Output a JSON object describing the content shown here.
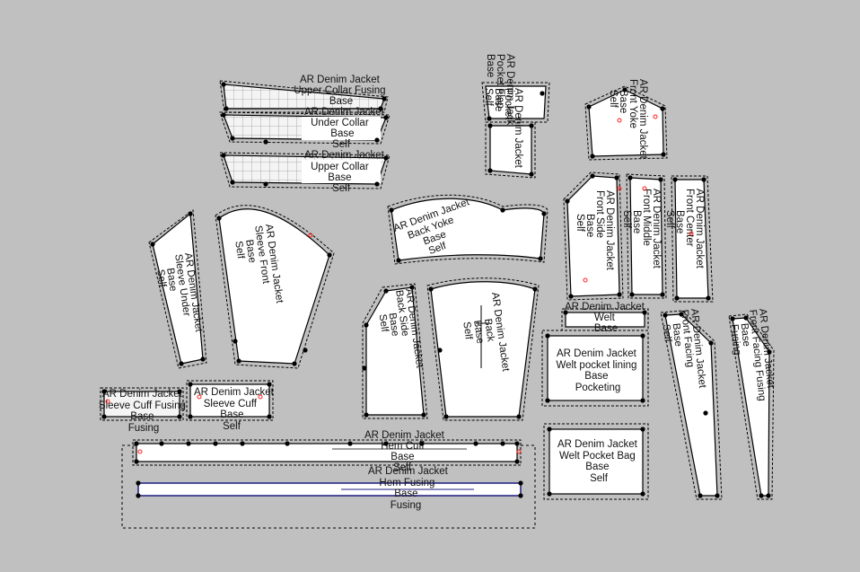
{
  "canvas": {
    "background": "#c0c0c0",
    "piece_fill": "#ffffff",
    "outline": "#000000",
    "fusing_grid": "#9a9a9a",
    "notch_color": "#ff2020",
    "grain_color": "#1a1a80"
  },
  "pieces": [
    {
      "id": "upper-collar-fusing",
      "lines": [
        "AR Denim Jacket",
        "Upper Collar Fusing",
        "Base"
      ]
    },
    {
      "id": "under-collar",
      "lines": [
        "AR Denim Jacket",
        "Under Collar",
        "Base",
        "Self"
      ]
    },
    {
      "id": "upper-collar",
      "lines": [
        "AR Denim Jacket",
        "Upper Collar",
        "Base",
        "Self"
      ]
    },
    {
      "id": "pocket-flap",
      "lines": [
        "AR Denim Jacket",
        "Pocket Flap",
        "Base"
      ]
    },
    {
      "id": "pocket-jacket",
      "lines": [
        "AR Denim Jacket",
        "Pocket",
        "Base",
        "Self"
      ]
    },
    {
      "id": "front-yoke",
      "lines": [
        "AR Denim Jacket",
        "Front Yoke",
        "Base",
        "Self"
      ]
    },
    {
      "id": "back-yoke",
      "lines": [
        "AR Denim Jacket",
        "Back Yoke",
        "Base",
        "Self"
      ]
    },
    {
      "id": "sleeve-under",
      "lines": [
        "AR Denim Jacket",
        "Sleeve Under",
        "Base",
        "Self"
      ]
    },
    {
      "id": "sleeve-front",
      "lines": [
        "AR Denim Jacket",
        "Sleeve Front",
        "Base",
        "Self"
      ]
    },
    {
      "id": "front-side",
      "lines": [
        "AR Denim Jacket",
        "Front Side",
        "Base",
        "Self"
      ]
    },
    {
      "id": "front-middle",
      "lines": [
        "AR Denim Jacket",
        "Front Middle",
        "Base",
        "Self"
      ]
    },
    {
      "id": "front-center",
      "lines": [
        "AR Denim Jacket",
        "Front Center",
        "Base",
        "Self"
      ]
    },
    {
      "id": "back-side",
      "lines": [
        "AR Denim Jacket",
        "Back Side",
        "Base",
        "Self"
      ]
    },
    {
      "id": "back",
      "lines": [
        "AR Denim Jacket",
        "Back",
        "Base",
        "Self"
      ]
    },
    {
      "id": "welt",
      "lines": [
        "AR Denim Jacket",
        "Welt",
        "Base"
      ]
    },
    {
      "id": "welt-pocket-lining",
      "lines": [
        "AR Denim Jacket",
        "Welt pocket lining",
        "Base",
        "Pocketing"
      ]
    },
    {
      "id": "welt-pocket-bag",
      "lines": [
        "AR Denim Jacket",
        "Welt Pocket Bag",
        "Base",
        "Self"
      ]
    },
    {
      "id": "front-facing",
      "lines": [
        "AR Denim Jacket",
        "Front Facing",
        "Base",
        "Self"
      ]
    },
    {
      "id": "front-facing-fusing",
      "lines": [
        "AR Denim Jacket",
        "Front Facing Fusing",
        "Base",
        "Fusing"
      ]
    },
    {
      "id": "sleeve-cuff-fusing",
      "lines": [
        "AR Denim Jacket",
        "Sleeve Cuff Fusing",
        "Base",
        "Fusing"
      ]
    },
    {
      "id": "sleeve-cuff",
      "lines": [
        "AR Denim Jacket",
        "Sleeve Cuff",
        "Base",
        "Self"
      ]
    },
    {
      "id": "hem-cuff",
      "lines": [
        "AR Denim Jacket",
        "Hem Cuff",
        "Base",
        "Self"
      ]
    },
    {
      "id": "hem-fusing",
      "lines": [
        "AR Denim Jacket",
        "Hem Fusing",
        "Base",
        "Fusing"
      ]
    }
  ]
}
